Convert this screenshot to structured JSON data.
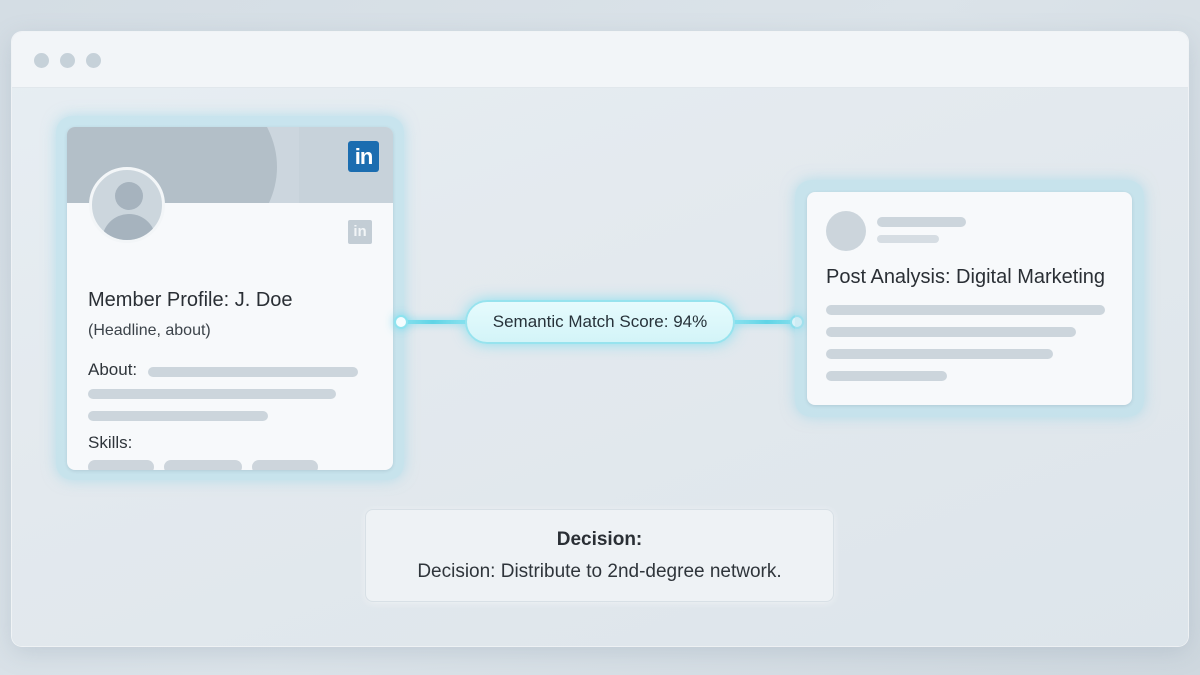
{
  "window": {
    "controls": [
      "window-dot",
      "window-dot",
      "window-dot"
    ]
  },
  "profile": {
    "brand_logo": "in",
    "brand_icon": "in",
    "title": "Member Profile: J. Doe",
    "subtitle": "(Headline, about)",
    "about_label": "About:",
    "skills_label": "Skills:"
  },
  "match": {
    "label": "Semantic Match Score: 94%"
  },
  "post": {
    "title": "Post Analysis: Digital Marketing"
  },
  "decision": {
    "heading": "Decision:",
    "text": "Decision: Distribute to 2nd-degree network."
  },
  "colors": {
    "accent_glow": "#8fe3ef",
    "linkedin_blue": "#1b6db0",
    "placeholder_gray": "#ccd5dc"
  }
}
